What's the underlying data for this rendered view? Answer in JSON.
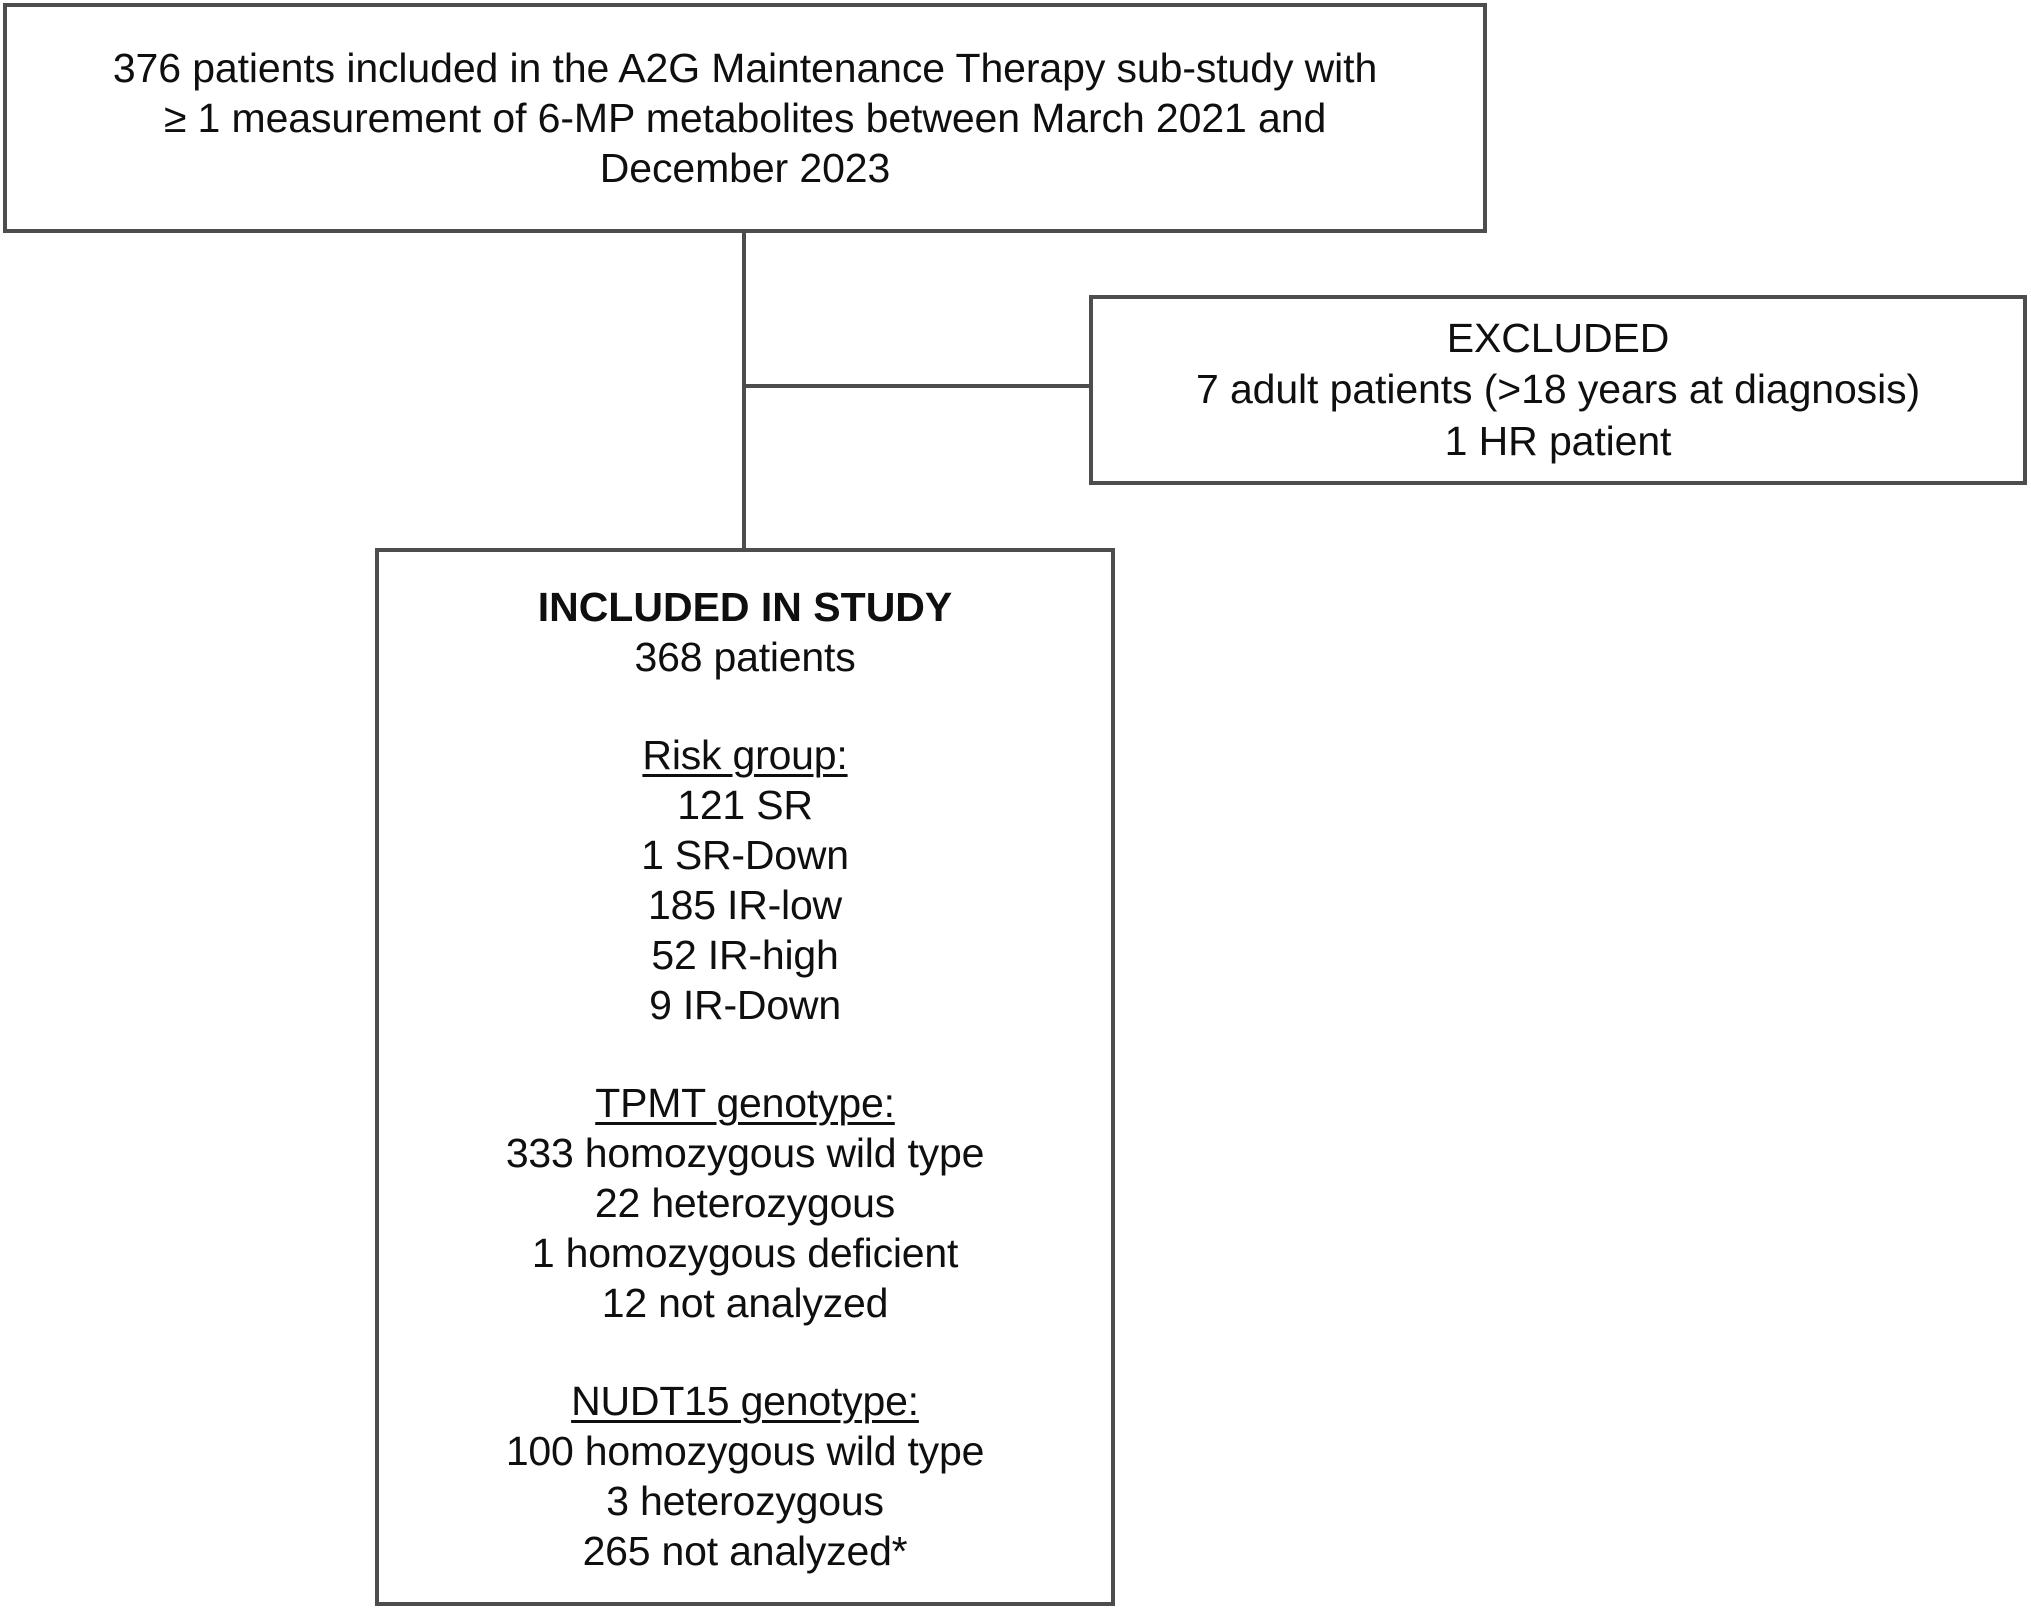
{
  "diagram": {
    "type": "flowchart",
    "title": "Patient inclusion flow diagram",
    "line_color": "#4d4d4d",
    "text_color": "#0f0f0f",
    "background": "#ffffff"
  },
  "enrollment_box": {
    "lines": [
      "376 patients included in the A2G Maintenance Therapy sub-study with",
      "≥ 1 measurement of 6-MP metabolites between March 2021 and",
      "December 2023"
    ],
    "total_patients": "376"
  },
  "excluded_box": {
    "heading": "EXCLUDED",
    "lines": [
      "7 adult patients (>18 years at diagnosis)",
      "1 HR patient"
    ],
    "excluded_adults": "7",
    "excluded_hr": "1"
  },
  "included_box": {
    "heading": "INCLUDED IN STUDY",
    "patients_line": "368 patients",
    "sections": [
      {
        "heading": "Risk group:",
        "items": [
          "121 SR",
          "1 SR-Down",
          "185 IR-low",
          "52 IR-high",
          "9 IR-Down"
        ]
      },
      {
        "heading": "TPMT genotype:",
        "items": [
          "333 homozygous wild type",
          "22 heterozygous",
          "1 homozygous deficient",
          "12 not analyzed"
        ]
      },
      {
        "heading": "NUDT15 genotype:",
        "items": [
          "100 homozygous wild type",
          "3 heterozygous",
          "265 not analyzed*"
        ]
      }
    ]
  }
}
